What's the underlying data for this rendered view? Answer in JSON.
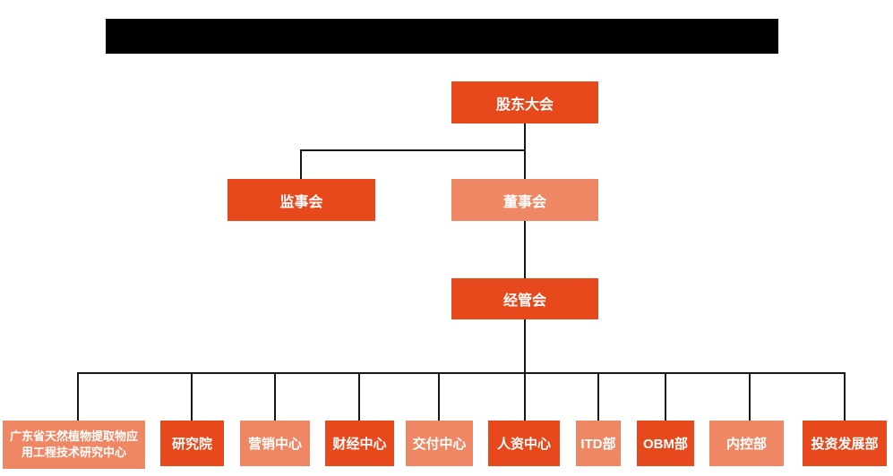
{
  "colors": {
    "primary": "#e8491c",
    "secondary": "#ef8764",
    "line": "#161616",
    "bar": "#000000"
  },
  "header": {
    "redacted_bar": true
  },
  "org_chart": {
    "root": {
      "label": "股东大会"
    },
    "level2": [
      {
        "label": "监事会",
        "variant": "primary"
      },
      {
        "label": "董事会",
        "variant": "secondary"
      }
    ],
    "level3": {
      "label": "经管会"
    },
    "departments": [
      {
        "label": "广东省天然植物提取物应用工程技术研究中心",
        "variant": "secondary"
      },
      {
        "label": "研究院",
        "variant": "primary"
      },
      {
        "label": "营销中心",
        "variant": "secondary"
      },
      {
        "label": "财经中心",
        "variant": "primary"
      },
      {
        "label": "交付中心",
        "variant": "secondary"
      },
      {
        "label": "人资中心",
        "variant": "primary"
      },
      {
        "label": "ITD部",
        "variant": "secondary"
      },
      {
        "label": "OBM部",
        "variant": "primary"
      },
      {
        "label": "内控部",
        "variant": "secondary"
      },
      {
        "label": "投资发展部",
        "variant": "primary"
      }
    ]
  }
}
